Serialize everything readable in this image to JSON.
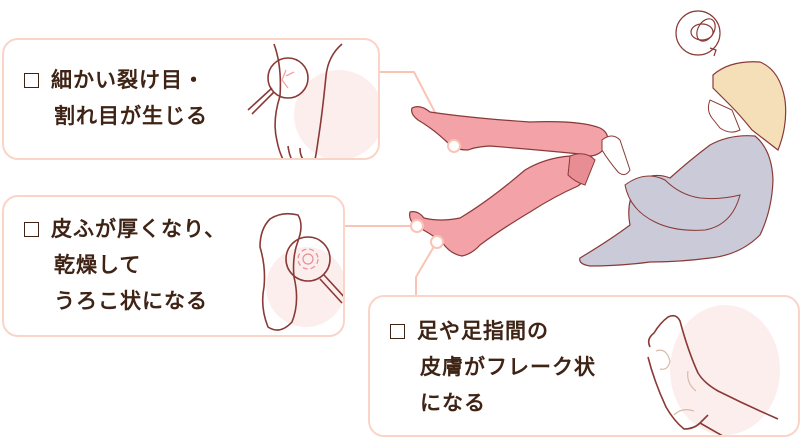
{
  "symptoms": [
    {
      "id": "cracks",
      "lines": [
        "細かい裂け目・",
        "割れ目が生じる"
      ],
      "checkbox": "unchecked",
      "icon": "heel-crack-magnifier-icon"
    },
    {
      "id": "scaly",
      "lines": [
        "皮ふが厚くなり、",
        "乾燥して",
        "うろこ状になる"
      ],
      "checkbox": "unchecked",
      "icon": "sole-magnifier-icon"
    },
    {
      "id": "flaky",
      "lines": [
        "足や足指間の",
        "皮膚がフレーク状",
        "になる"
      ],
      "checkbox": "unchecked",
      "icon": "foot-side-icon"
    }
  ],
  "illustration": {
    "figure": "woman-sitting-holding-leg-illustration",
    "thought_icon": "confused-scribble-icon"
  },
  "colors": {
    "text": "#3f2416",
    "box_border": "#fbd4c8",
    "connector": "#f9c4b6",
    "leg": "#f3a3a8",
    "outline": "#8a3a36",
    "sweater": "#cbcad8",
    "hair": "#f5dfb8",
    "blob": "#fdeeee"
  }
}
